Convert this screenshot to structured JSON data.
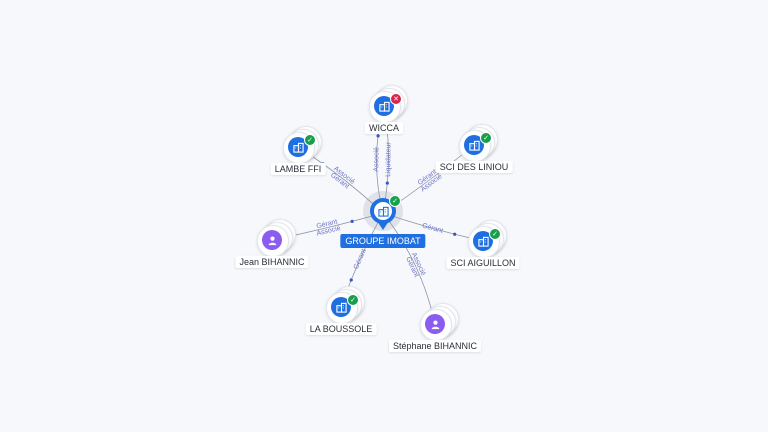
{
  "graph": {
    "nodes": [
      {
        "id": "groupe",
        "label": "GROUPE IMOBAT",
        "kind": "company",
        "status": "ok",
        "central": true
      },
      {
        "id": "wicca",
        "label": "WICCA",
        "kind": "company",
        "status": "ko"
      },
      {
        "id": "lambe",
        "label": "LAMBE FFI",
        "kind": "company",
        "status": "ok"
      },
      {
        "id": "liniou",
        "label": "SCI DES LINIOU",
        "kind": "company",
        "status": "ok"
      },
      {
        "id": "jean",
        "label": "Jean BIHANNIC",
        "kind": "person"
      },
      {
        "id": "aiguillon",
        "label": "SCI AIGUILLON",
        "kind": "company",
        "status": "ok"
      },
      {
        "id": "boussole",
        "label": "LA BOUSSOLE",
        "kind": "company",
        "status": "ok"
      },
      {
        "id": "stephane",
        "label": "Stéphane BIHANNIC",
        "kind": "person"
      }
    ],
    "edges": [
      {
        "from": "groupe",
        "to": "wicca",
        "labels": [
          "Associé"
        ]
      },
      {
        "from": "groupe",
        "to": "lambe",
        "labels": [
          "Gérant",
          "Associé"
        ]
      },
      {
        "from": "groupe",
        "to": "liniou",
        "labels": [
          "Gérant",
          "Associé"
        ]
      },
      {
        "from": "jean",
        "to": "groupe",
        "labels": [
          "Gérant",
          "Associé"
        ]
      },
      {
        "from": "groupe",
        "to": "aiguillon",
        "labels": [
          "Gérant"
        ]
      },
      {
        "from": "groupe",
        "to": "boussole",
        "labels": [
          "Gérant"
        ]
      },
      {
        "from": "stephane",
        "to": "groupe",
        "labels": [
          "Gérant",
          "Associé"
        ]
      },
      {
        "from": "wicca",
        "to": "groupe",
        "labels": [
          "Liquidateur"
        ]
      }
    ]
  },
  "colors": {
    "company": "#1f6fe0",
    "person": "#8a5cf0",
    "status_ok": "#17a04a",
    "status_ko": "#d9254b",
    "edge": "#8e95a8",
    "edge_label": "#6b74c9"
  }
}
